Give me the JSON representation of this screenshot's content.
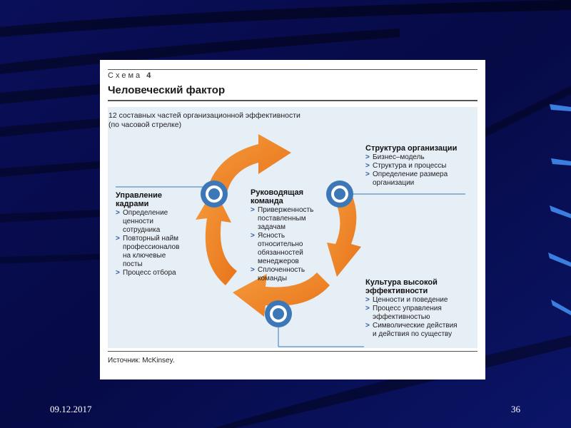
{
  "slide": {
    "date": "09.12.2017",
    "page_number": "36",
    "background_color": "#070a44"
  },
  "figure": {
    "scheme_word": "Схема",
    "scheme_number": "4",
    "title": "Человеческий фактор",
    "subtitle": "12 составных частей организационной эффективности\n(по часовой стрелке)",
    "source": "Источник: McKinsey.",
    "arrow_color": "#ef7d1d",
    "node_color": "#3c78b8",
    "blocks": {
      "structure": {
        "heading": "Структура организации",
        "items": [
          "Бизнес–модель",
          "Структура и процессы",
          "Определение размера\nорганизации"
        ]
      },
      "culture": {
        "heading": "Культура высокой\nэффективности",
        "items": [
          "Ценности и поведение",
          "Процесс управления\nэффективностью",
          "Символические действия\nи действия по существу"
        ]
      },
      "hr": {
        "heading": "Управление\nкадрами",
        "items": [
          "Определение\nценности\nсотрудника",
          "Повторный найм\nпрофессионалов\nна ключевые\nпосты",
          "Процесс отбора"
        ]
      },
      "leadership": {
        "heading": "Руководящая\nкоманда",
        "items": [
          "Приверженность\nпоставленным\nзадачам",
          "Ясность\nотносительно\nобязанностей\nменеджеров",
          "Сплоченность\nкоманды"
        ]
      }
    }
  }
}
